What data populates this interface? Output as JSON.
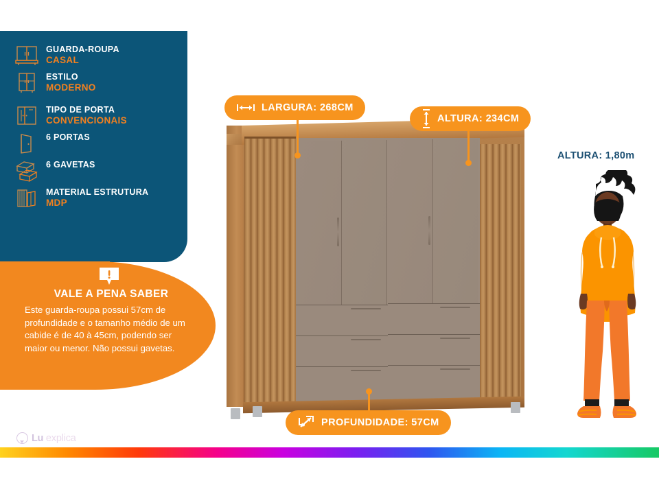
{
  "colors": {
    "panel_blue": "#0c5578",
    "accent_orange": "#f2881f",
    "badge_orange": "#f7941e",
    "spec_value_orange": "#f08020",
    "label_blue": "#1b4f72",
    "wood": "#b5804b",
    "door_grey": "#9a8a7d",
    "hoodie_orange": "#fb9400",
    "pants_orange": "#f2782a",
    "skin": "#6b3a22",
    "hair": "#151515"
  },
  "spec_panel": {
    "items": [
      {
        "icon": "wardrobe-double-icon",
        "label": "GUARDA-ROUPA",
        "value": "CASAL"
      },
      {
        "icon": "wardrobe-style-icon",
        "label": "ESTILO",
        "value": "MODERNO"
      },
      {
        "icon": "door-type-icon",
        "label": "TIPO DE PORTA",
        "value": "CONVENCIONAIS"
      },
      {
        "icon": "open-door-icon",
        "label": "6  PORTAS",
        "value": ""
      },
      {
        "icon": "drawers-icon",
        "label": "6 GAVETAS",
        "value": ""
      },
      {
        "icon": "material-icon",
        "label": "MATERIAL ESTRUTURA",
        "value": "MDP"
      }
    ]
  },
  "tip_box": {
    "icon": "alert-bubble-icon",
    "title": "VALE A PENA SABER",
    "body": "Este guarda-roupa possui 57cm de profundidade e o tamanho médio de um cabide é de 40 à 45cm, podendo ser maior ou menor. Não possui gavetas."
  },
  "callouts": [
    {
      "id": "width",
      "icon": "width-arrow-icon",
      "text": "LARGURA: 268CM"
    },
    {
      "id": "height",
      "icon": "height-arrow-icon",
      "text": "ALTURA: 234CM"
    },
    {
      "id": "depth",
      "icon": "depth-arrow-icon",
      "text": "PROFUNDIDADE: 57CM"
    }
  ],
  "person": {
    "label": "ALTURA: 1,80m"
  },
  "logo": {
    "mark": "speech-bubble-icon",
    "word_1": "Lu",
    "word_2": "explica"
  }
}
